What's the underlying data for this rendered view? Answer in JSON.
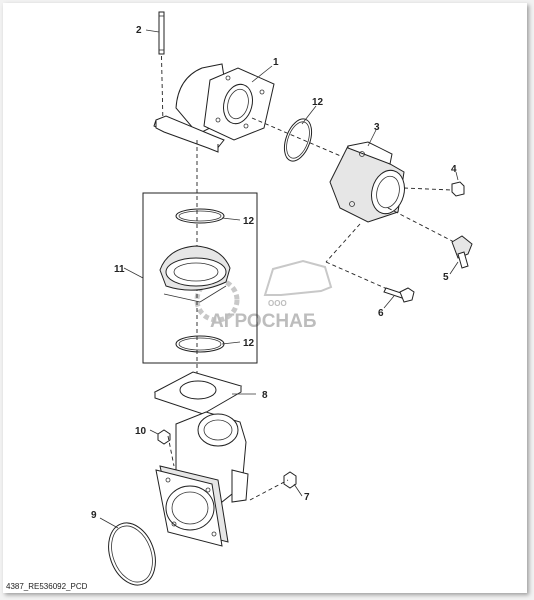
{
  "diagram": {
    "callouts": [
      {
        "id": "1",
        "label": "1"
      },
      {
        "id": "2",
        "label": "2"
      },
      {
        "id": "3",
        "label": "3"
      },
      {
        "id": "4",
        "label": "4"
      },
      {
        "id": "5",
        "label": "5"
      },
      {
        "id": "6",
        "label": "6"
      },
      {
        "id": "7",
        "label": "7"
      },
      {
        "id": "8",
        "label": "8"
      },
      {
        "id": "9",
        "label": "9"
      },
      {
        "id": "10",
        "label": "10"
      },
      {
        "id": "11",
        "label": "11"
      },
      {
        "id": "12a",
        "label": "12"
      },
      {
        "id": "12b",
        "label": "12"
      },
      {
        "id": "12c",
        "label": "12"
      }
    ],
    "drawing_code": "4387_RE536092_PCD"
  },
  "watermark": {
    "company": "АГРОСНАБ",
    "prefix": "ООО"
  },
  "colors": {
    "line": "#222222",
    "watermark": "#bdbdbd",
    "background": "#ffffff"
  }
}
